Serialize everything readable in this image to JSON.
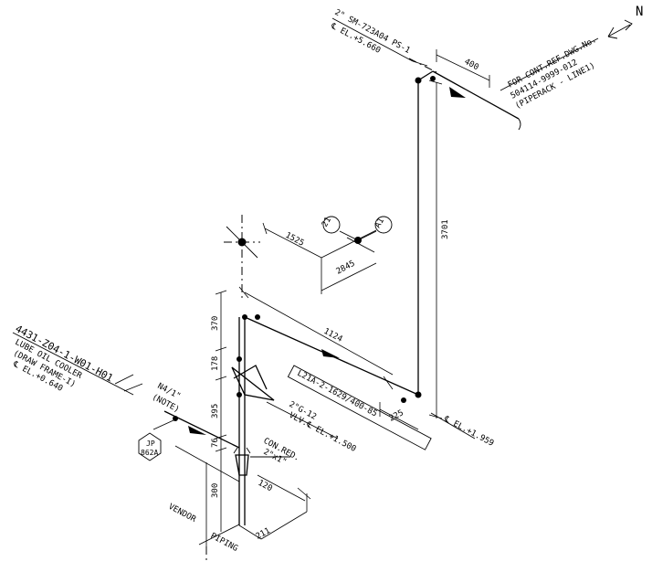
{
  "north_label": "N",
  "top_note": {
    "line1": "2\" SM-723A04 PS-1",
    "line2": "℄ EL.+5.660"
  },
  "continuation": {
    "line1": "FOR CONT.REF.DWG.No.",
    "line2": "504114-9999-012",
    "line3": "(PIPERACK - LINE1)"
  },
  "equipment_note": {
    "line1": "4431-Z04-1-W01-H01",
    "line2": "LUBE OIL COOLER",
    "line3": "(DRAW FRAME-I)",
    "line4": "℄ EL.+0.640"
  },
  "nozzle_note": {
    "line1": "N4/1\"",
    "line2": "(NOTE)"
  },
  "line_number": "L21A-2-1629/400-85",
  "valve_note": {
    "line1": "2\"G-12",
    "line2": "VLV.℄ EL.+1.500"
  },
  "reducer_note": {
    "line1": "CON.RED.",
    "line2": "2\"x1\""
  },
  "elevation_low": "℄ EL.+1.959",
  "support_tag": {
    "line1": "JP",
    "line2": "862A"
  },
  "grid_bubbles": [
    "21",
    "A1"
  ],
  "boundary": {
    "vendor": "VENDOR",
    "piping": "PIPING"
  },
  "dimensions": {
    "d400": "400",
    "d3701": "3701",
    "d1525": "1525",
    "d2845": "2845",
    "d1124": "1124",
    "d370": "370",
    "d178": "178",
    "d395": "395",
    "d76": "76",
    "d300": "300",
    "d120": "120",
    "d211": "211",
    "d225": "225"
  }
}
